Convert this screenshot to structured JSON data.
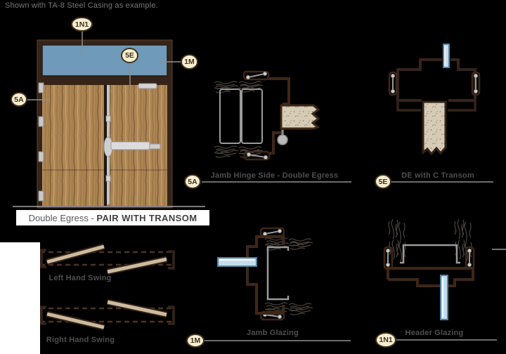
{
  "note": "Shown with TA-8 Steel Casing as example.",
  "title": {
    "prefix": "Double Egress - ",
    "emphasis": "PAIR WITH TRANSOM"
  },
  "callouts": {
    "elevation_header": "1N1",
    "elevation_transom_mullion": "5E",
    "elevation_transom_jamb": "1M",
    "elevation_door_jamb": "5A",
    "detail_jamb_hinge": "5A",
    "detail_de_transom": "5E",
    "detail_jamb_glazing": "1M",
    "detail_header_glazing": "1N1"
  },
  "detail_labels": {
    "jamb_hinge": "Jamb Hinge Side - Double Egress",
    "de_transom": "DE with C Transom",
    "jamb_glazing": "Jamb Glazing",
    "header_glazing": "Header Glazing",
    "left_swing": "Left Hand Swing",
    "right_swing": "Right Hand Swing"
  },
  "colors": {
    "background": "#000000",
    "frame_brown": "#362419",
    "wood_base": "#ad8554",
    "transom_glass": "#6f9ab9",
    "detail_glass": "#c3dcef",
    "wood_section_fill": "#d6ccb6",
    "callout_fill": "#f4efd3",
    "callout_border": "#453019",
    "label_gray": "#4f4f4f",
    "line_gray": "#8f8f8f",
    "title_background": "#ffffff"
  }
}
